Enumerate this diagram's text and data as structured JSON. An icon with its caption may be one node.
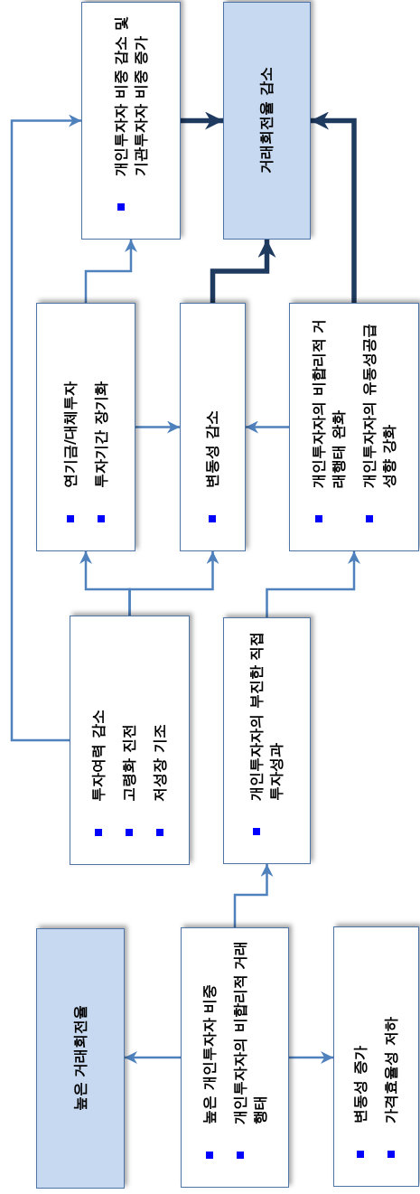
{
  "diagram": {
    "nodes": [
      {
        "text": [
          "높은 거래회전율"
        ]
      },
      {
        "text": [
          "높은 개인투자자 비중",
          "개인투자자의 비합리적 거래행태"
        ]
      },
      {
        "text": [
          "변동성 증가",
          "가격효율성 저하"
        ]
      },
      {
        "text": [
          "투자여력 감소",
          "고령화 진전",
          "저성장 기조"
        ]
      },
      {
        "text": [
          "개인투자자의 부진한 직접투자성과"
        ]
      },
      {
        "text": [
          "연기금/대체투자",
          "투자기간 장기화"
        ]
      },
      {
        "text": [
          "변동성 감소"
        ]
      },
      {
        "text": [
          "개인투자자의 비합리적 거래행태 완화",
          "개인투자자의 유동성공급성향 강화"
        ]
      },
      {
        "text": [
          "개인투자자 비중 감소 및 기관투자자 비중 증가"
        ]
      },
      {
        "text": [
          "거래회전율 감소"
        ]
      }
    ],
    "edges": [
      {
        "from": 1,
        "to": 0,
        "arrow": "to"
      },
      {
        "from": 1,
        "to": 2,
        "arrow": "to"
      },
      {
        "from": 1,
        "to": 4,
        "arrow": "to"
      },
      {
        "from": 3,
        "to": 5,
        "arrow": "to"
      },
      {
        "from": 3,
        "to": 6,
        "arrow": "to"
      },
      {
        "from": 3,
        "to": 8,
        "arrow": "to"
      },
      {
        "from": 4,
        "to": 7,
        "arrow": "to"
      },
      {
        "from": 5,
        "to": 6,
        "arrow": "to"
      },
      {
        "from": 7,
        "to": 6,
        "arrow": "to"
      },
      {
        "from": 5,
        "to": 8,
        "arrow": "to"
      },
      {
        "from": 6,
        "to": 9,
        "arrow": "to",
        "style": "thick",
        "color": "#1f3a5f"
      },
      {
        "from": 7,
        "to": 9,
        "arrow": "to",
        "style": "thick",
        "color": "#1f3a5f"
      },
      {
        "from": 8,
        "to": 9,
        "arrow": "to",
        "style": "thick",
        "color": "#1f3a5f"
      }
    ]
  }
}
